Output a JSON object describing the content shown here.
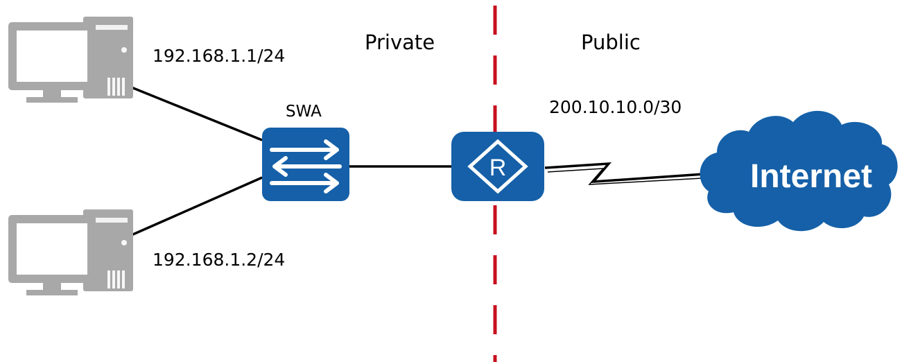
{
  "labels": {
    "pc1_ip": "192.168.1.1/24",
    "pc2_ip": "192.168.1.2/24",
    "switch": "SWA",
    "private": "Private",
    "public": "Public",
    "wan_subnet": "200.10.10.0/30",
    "router_glyph": "R",
    "internet": "Internet"
  },
  "colors": {
    "device_blue": "#1560a8",
    "pc_gray": "#a8a8a8",
    "divider_red": "#c8101e",
    "link_black": "#000000"
  },
  "icons": {
    "pc": "desktop-computer-icon",
    "switch": "switch-icon",
    "router": "router-icon",
    "cloud": "cloud-icon"
  }
}
